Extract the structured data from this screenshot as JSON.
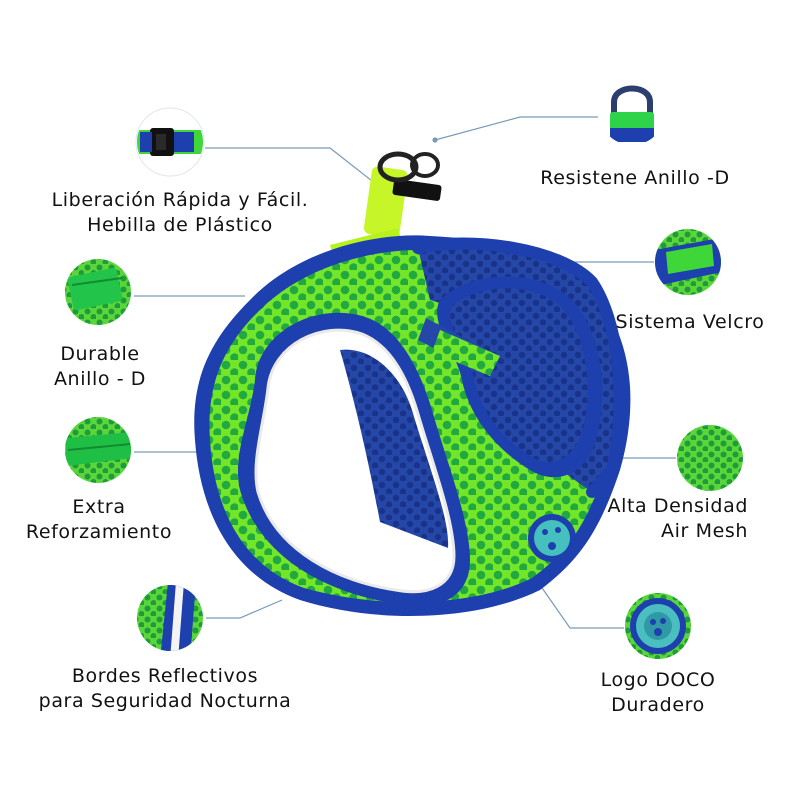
{
  "callouts": {
    "quick_release": {
      "line1": "Liberación Rápida y Fácil.",
      "line2": "Hebilla de Plástico"
    },
    "durable_d_ring": {
      "line1": "Durable",
      "line2": "Anillo - D"
    },
    "extra_reinforcement": {
      "line1": "Extra",
      "line2": "Reforzamiento"
    },
    "reflective_edges": {
      "line1": "Bordes Reflectivos",
      "line2": "para Seguridad Nocturna"
    },
    "d_ring": {
      "line1": "Resistene Anillo -D"
    },
    "velcro": {
      "line1": "Sistema Velcro"
    },
    "air_mesh": {
      "line1": "Alta Densidad",
      "line2": "Air Mesh"
    },
    "logo": {
      "line1": "Logo DOCO",
      "line2": "Duradero"
    }
  },
  "colors": {
    "mesh_green": "#3fd63a",
    "lime": "#b8f21e",
    "royal_blue": "#1e3fae",
    "navy": "#1a2f7a",
    "connector_line": "#7a9ab8"
  }
}
